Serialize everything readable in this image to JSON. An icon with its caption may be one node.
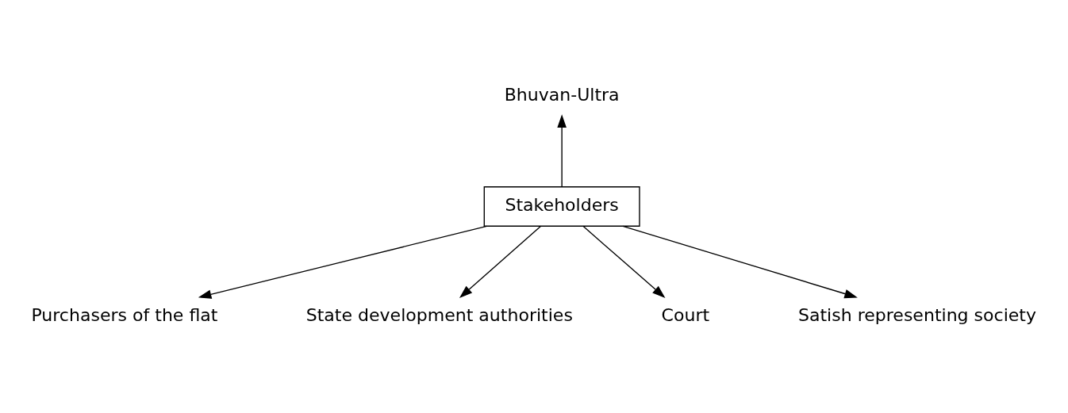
{
  "diagram": {
    "nodes": [
      {
        "text": [
          "Stakeholders"
        ]
      },
      {
        "text": [
          "Bhuvan-Ultra"
        ]
      },
      {
        "text": [
          "Purchasers of the flat"
        ]
      },
      {
        "text": [
          "State development authorities"
        ]
      },
      {
        "text": [
          "Court"
        ]
      },
      {
        "text": [
          "Satish representing society"
        ]
      }
    ],
    "edges": [
      {
        "from": 0,
        "to": 1,
        "arrow": "to"
      },
      {
        "from": 0,
        "to": 2,
        "arrow": "to"
      },
      {
        "from": 0,
        "to": 3,
        "arrow": "to"
      },
      {
        "from": 0,
        "to": 4,
        "arrow": "to"
      },
      {
        "from": 0,
        "to": 5,
        "arrow": "to"
      }
    ]
  }
}
